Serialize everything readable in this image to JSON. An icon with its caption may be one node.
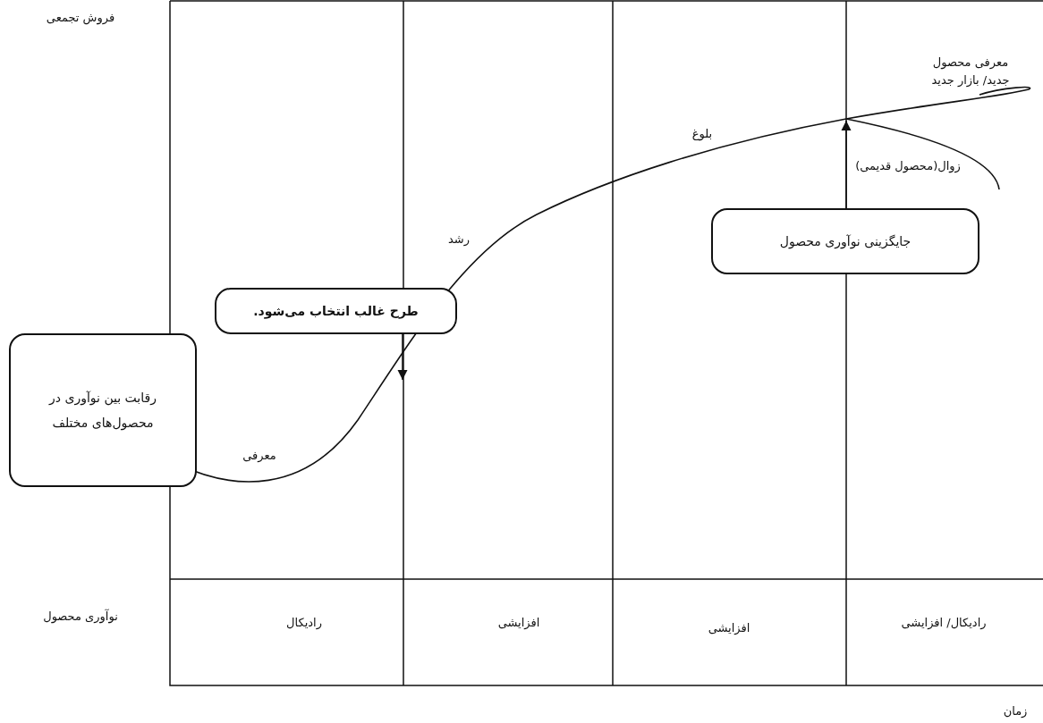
{
  "diagram": {
    "nodes": [
      {
        "text": [
          "رقابت بین نوآوری در محصول‌های مختلف"
        ]
      },
      {
        "text": [
          "طرح غالب انتخاب می‌شود."
        ]
      },
      {
        "text": [
          "جایگزینی نوآوری محصول"
        ]
      }
    ],
    "edges": [
      {
        "from": 1,
        "to": null,
        "arrow": "to"
      },
      {
        "from": 2,
        "to": null,
        "arrow": "to"
      }
    ],
    "labels": [
      "فروش تجمعی",
      "معرفی محصول جدید/ بازار جدید",
      "بلوغ",
      "زوال(محصول قدیمی)",
      "رشد",
      "معرفی",
      "نوآوری محصول",
      "رادیکال",
      "افزایشی",
      "افزایشی",
      "رادیکال/ افزایشی",
      "زمان"
    ]
  }
}
